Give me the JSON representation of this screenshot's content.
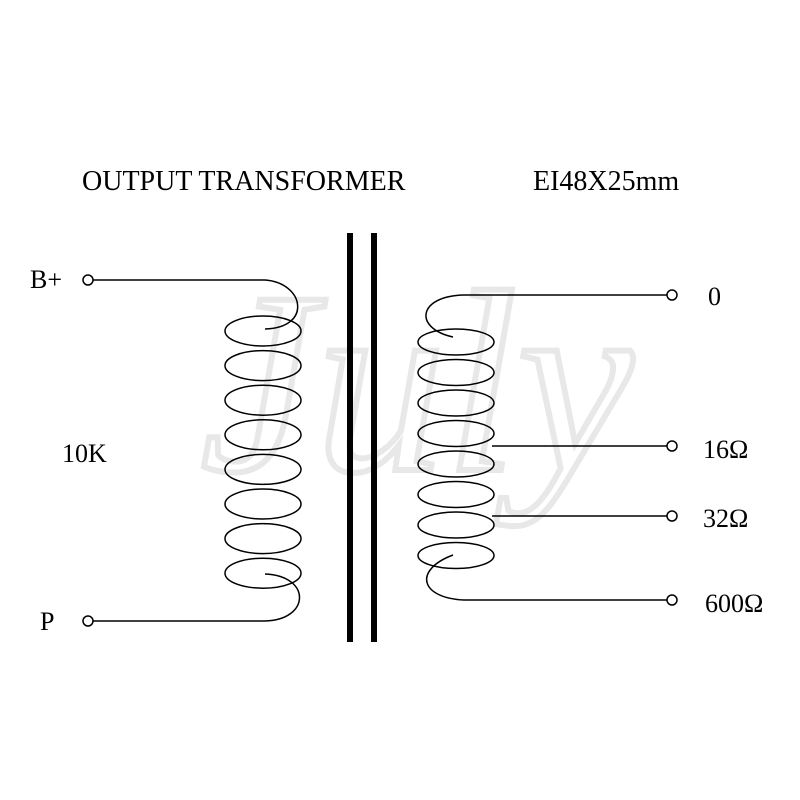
{
  "diagram": {
    "title": "OUTPUT TRANSFORMER",
    "core_spec": "EI48X25mm",
    "primary": {
      "top_terminal": "B+",
      "bottom_terminal": "P",
      "impedance": "10K"
    },
    "secondary": {
      "taps": [
        "0",
        "16Ω",
        "32Ω",
        "600Ω"
      ]
    },
    "watermark": "July"
  },
  "colors": {
    "ink": "#000000",
    "watermark": "#e8e8e8",
    "background": "#ffffff"
  }
}
